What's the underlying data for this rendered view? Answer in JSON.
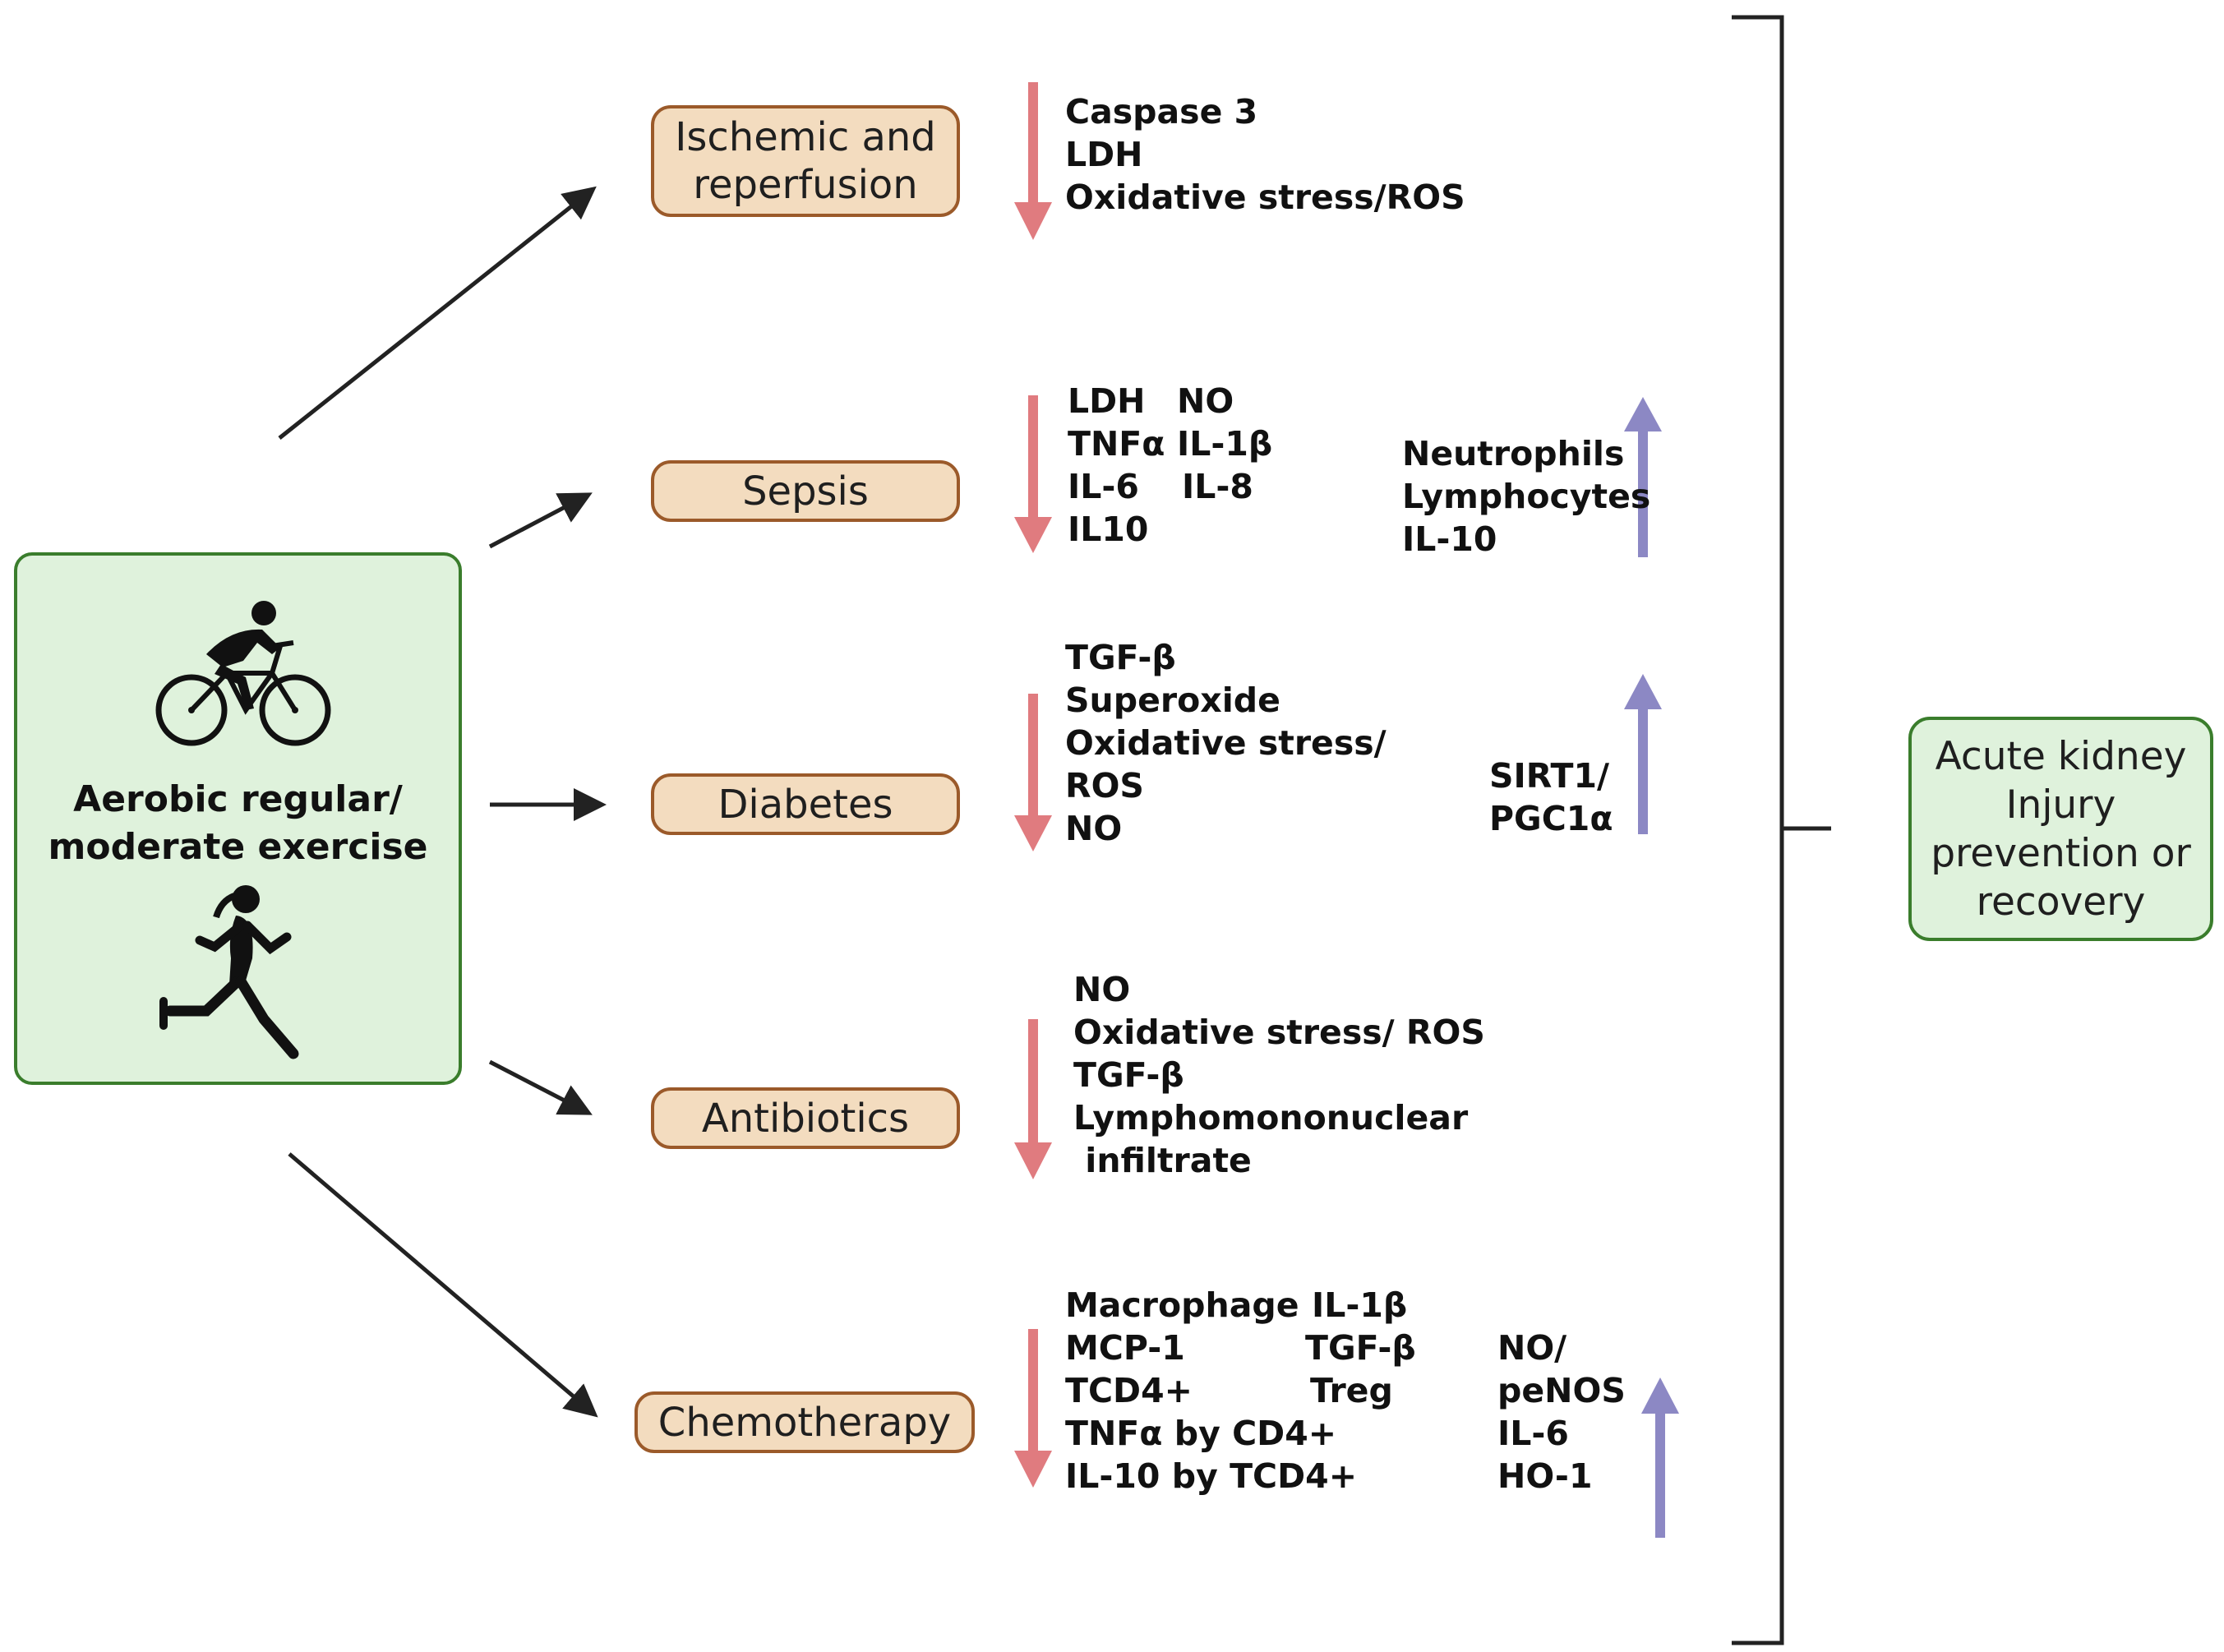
{
  "exercise": {
    "label_line1": "Aerobic regular/",
    "label_line2": "moderate exercise",
    "icons": [
      "cyclist-icon",
      "runner-icon"
    ]
  },
  "conditions": [
    {
      "label_line1": "Ischemic and",
      "label_line2": "reperfusion",
      "decreased": [
        "Caspase 3",
        "LDH",
        "Oxidative stress/ROS"
      ],
      "increased": []
    },
    {
      "label": "Sepsis",
      "decreased_col1": [
        "LDH",
        "TNFα",
        "IL-6",
        "IL10"
      ],
      "decreased_col2": [
        "NO",
        "IL-1β",
        "IL-8"
      ],
      "increased": [
        "Neutrophils",
        "Lymphocytes",
        "IL-10"
      ]
    },
    {
      "label": "Diabetes",
      "decreased": [
        "TGF-β",
        "Superoxide",
        "Oxidative stress/",
        "ROS",
        "NO"
      ],
      "increased": [
        "SIRT1/",
        "PGC1α"
      ]
    },
    {
      "label": "Antibiotics",
      "decreased": [
        "NO",
        "Oxidative stress/ ROS",
        "TGF-β",
        "Lymphomononuclear",
        " infiltrate"
      ],
      "increased": []
    },
    {
      "label": "Chemotherapy",
      "decreased_col1": [
        "Macrophage",
        "MCP-1",
        "TCD4+",
        "TNFα by CD4+",
        "IL-10 by TCD4+"
      ],
      "decreased_col2": [
        "IL-1β",
        "TGF-β",
        "Treg"
      ],
      "increased": [
        "NO/",
        "peNOS",
        "IL-6",
        "HO-1"
      ]
    }
  ],
  "outcome": {
    "line1": "Acute kidney",
    "line2": "Injury",
    "line3": "prevention or",
    "line4": "recovery"
  },
  "colors": {
    "decrease_arrow": "#e07b7f",
    "increase_arrow": "#8c88c4",
    "exercise_fill": "#dff2dc",
    "exercise_border": "#3a7d2c",
    "condition_fill": "#f3dcbf",
    "condition_border": "#9b5a2a"
  }
}
